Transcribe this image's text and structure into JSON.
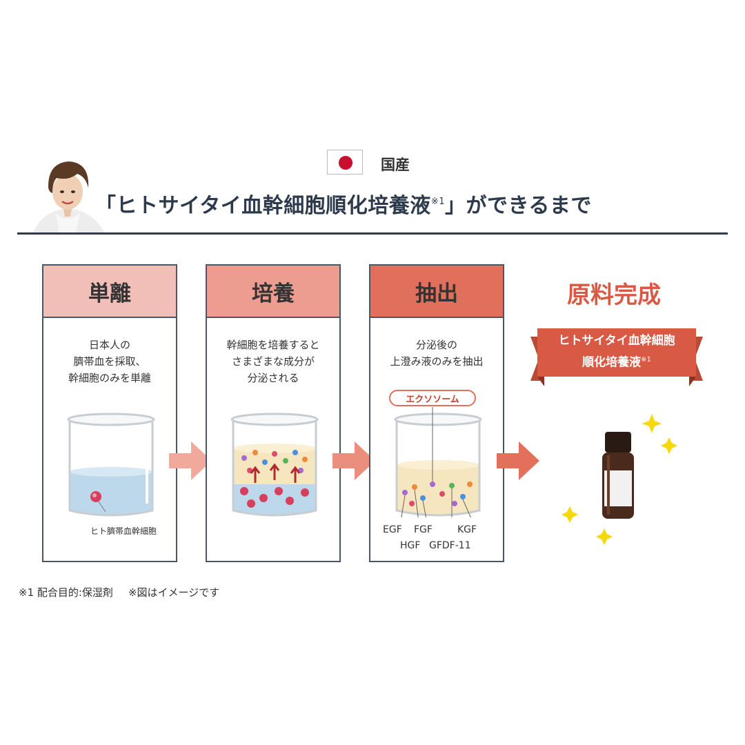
{
  "header": {
    "origin_label": "国産",
    "title_main": "「ヒトサイタイ血幹細胞順化培養液",
    "title_sup": "※1",
    "title_tail": "」ができるまで"
  },
  "steps": [
    {
      "heading": "単離",
      "desc": [
        "日本人の",
        "臍帯血を採取、",
        "幹細胞のみを単離"
      ],
      "annotation": "ヒト臍帯血幹細胞"
    },
    {
      "heading": "培養",
      "desc": [
        "幹細胞を培養すると",
        "さまざまな成分が",
        "分泌される"
      ]
    },
    {
      "heading": "抽出",
      "desc": [
        "分泌後の",
        "上澄み液のみを抽出"
      ],
      "badge": "エクソソーム",
      "growth_factors": [
        "EGF",
        "FGF",
        "KGF",
        "HGF",
        "GFDF-11"
      ]
    }
  ],
  "result": {
    "title": "原料完成",
    "ribbon_line1": "ヒトサイタイ血幹細胞",
    "ribbon_line2": "順化培養液",
    "ribbon_sup": "※1"
  },
  "footnotes": [
    "※1 配合目的:保湿剤",
    "※図はイメージです"
  ],
  "colors": {
    "step1": "#f2bfb8",
    "step2": "#ec9d8f",
    "step3": "#e0705b",
    "accent": "#d95a44",
    "navy": "#2e3b4e",
    "flag_red": "#c8102e",
    "sparkle": "#f5d90a"
  }
}
